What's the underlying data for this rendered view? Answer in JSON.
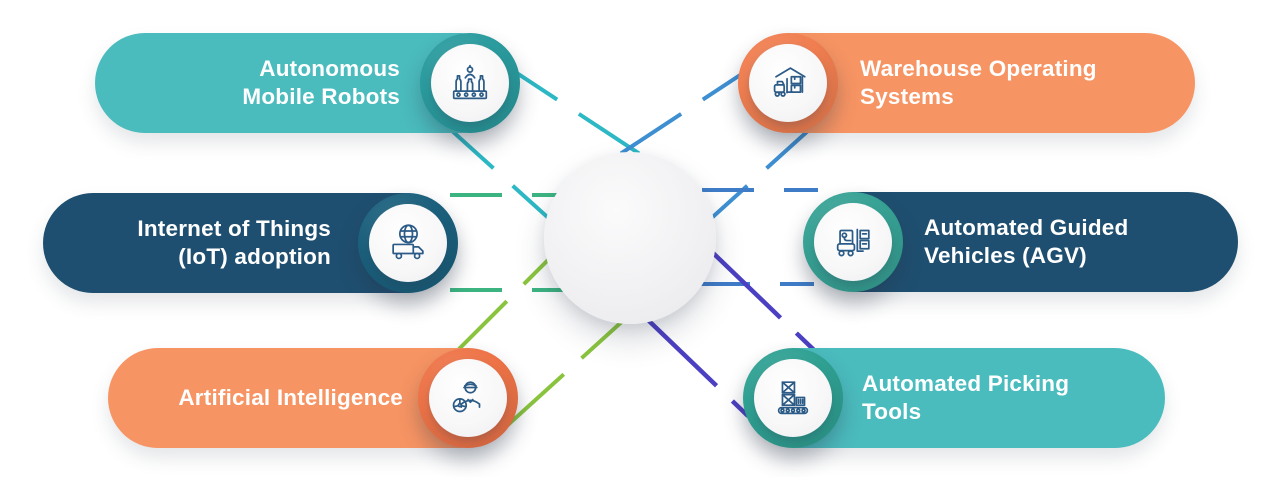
{
  "diagram": {
    "title": "Warehouse automation technologies diagram",
    "colors": {
      "background": "#FFFFFF",
      "center_circle": "#F1F1F3",
      "icon_stroke": "#2B5B86",
      "text": "#FFFFFF"
    },
    "center": {
      "shape": "circle",
      "label": ""
    },
    "nodes": [
      {
        "id": "autonomous-mobile-robots",
        "label": "Autonomous\nMobile Robots",
        "side": "left",
        "row": "top",
        "pill_color": "#4BBCBE",
        "ring_color": "#2A9B9E",
        "connector_color": "#2CB8C4",
        "icon": "bottling-robot-icon"
      },
      {
        "id": "internet-of-things-adoption",
        "label": "Internet of Things\n(IoT) adoption",
        "side": "left",
        "row": "middle",
        "pill_color": "#1F4F70",
        "ring_color": "#1B607D",
        "connector_color": "#3CB482",
        "icon": "globe-truck-icon"
      },
      {
        "id": "artificial-intelligence",
        "label": "Artificial Intelligence",
        "side": "left",
        "row": "bottom",
        "pill_color": "#F79463",
        "ring_color": "#EE7347",
        "connector_color": "#8AC43E",
        "icon": "operator-wheel-icon"
      },
      {
        "id": "warehouse-operating-systems",
        "label": "Warehouse Operating\nSystems",
        "side": "right",
        "row": "top",
        "pill_color": "#F79463",
        "ring_color": "#F07E50",
        "connector_color": "#3E8FD2",
        "icon": "warehouse-forklift-icon"
      },
      {
        "id": "automated-guided-vehicles",
        "label": "Automated Guided\nVehicles (AGV)",
        "side": "right",
        "row": "middle",
        "pill_color": "#1F4F70",
        "ring_color": "#37A295",
        "connector_color": "#3F7CC8",
        "icon": "forklift-shelf-icon"
      },
      {
        "id": "automated-picking-tools",
        "label": "Automated Picking\nTools",
        "side": "right",
        "row": "bottom",
        "pill_color": "#4BBCBE",
        "ring_color": "#2FA193",
        "connector_color": "#4C40C2",
        "icon": "conveyor-boxes-icon"
      }
    ]
  }
}
